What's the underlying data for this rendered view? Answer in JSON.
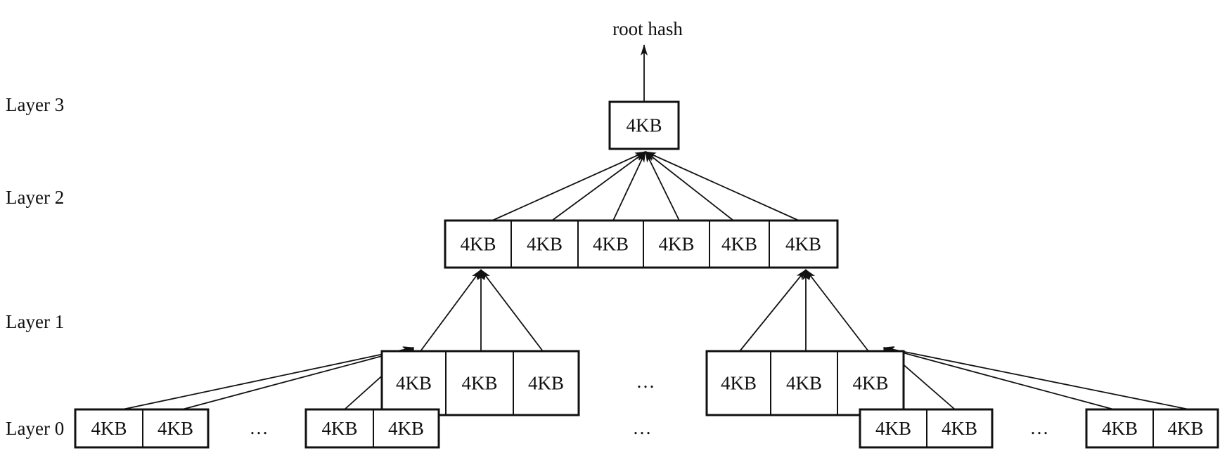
{
  "root_label": "root hash",
  "layer_labels": [
    "Layer 3",
    "Layer 2",
    "Layer 1",
    "Layer 0"
  ],
  "layers": [
    {
      "name": "layer-3",
      "groups": [
        [
          "4KB"
        ]
      ]
    },
    {
      "name": "layer-2",
      "groups": [
        [
          "4KB",
          "4KB",
          "4KB",
          "4KB",
          "4KB",
          "4KB"
        ]
      ]
    },
    {
      "name": "layer-1",
      "groups": [
        [
          "4KB",
          "4KB",
          "4KB"
        ],
        [
          "4KB",
          "4KB",
          "4KB"
        ]
      ],
      "ellipsis": "…"
    },
    {
      "name": "layer-0",
      "groups": [
        [
          "4KB",
          "4KB"
        ],
        [
          "4KB",
          "4KB"
        ],
        [
          "4KB",
          "4KB"
        ],
        [
          "4KB",
          "4KB"
        ]
      ],
      "ellipses": [
        "…",
        "…",
        "…"
      ]
    }
  ]
}
